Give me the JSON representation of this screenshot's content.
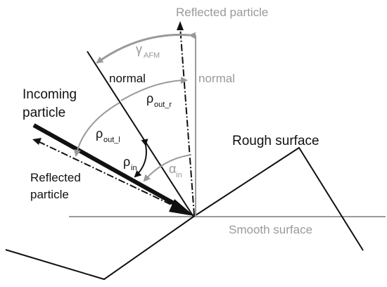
{
  "labels": {
    "reflected_particle_top": "Reflected particle",
    "normal_gray": "normal",
    "normal_black": "normal",
    "incoming_line1": "Incoming",
    "incoming_line2": "particle",
    "rough_surface": "Rough surface",
    "reflected_particle_left_line1": "Reflected",
    "reflected_particle_left_line2": "particle",
    "smooth_surface": "Smooth surface"
  },
  "angles": {
    "gamma": "γ",
    "gamma_sub": "AFM",
    "rho_out_r": "ρ",
    "rho_out_r_sub": "out_r",
    "rho_out_l": "ρ",
    "rho_out_l_sub": "out_l",
    "rho_in": "ρ",
    "rho_in_sub": "in",
    "alpha_in": "α",
    "alpha_in_sub": "in"
  },
  "colors": {
    "black": "#111111",
    "gray": "#9a9a9a"
  }
}
